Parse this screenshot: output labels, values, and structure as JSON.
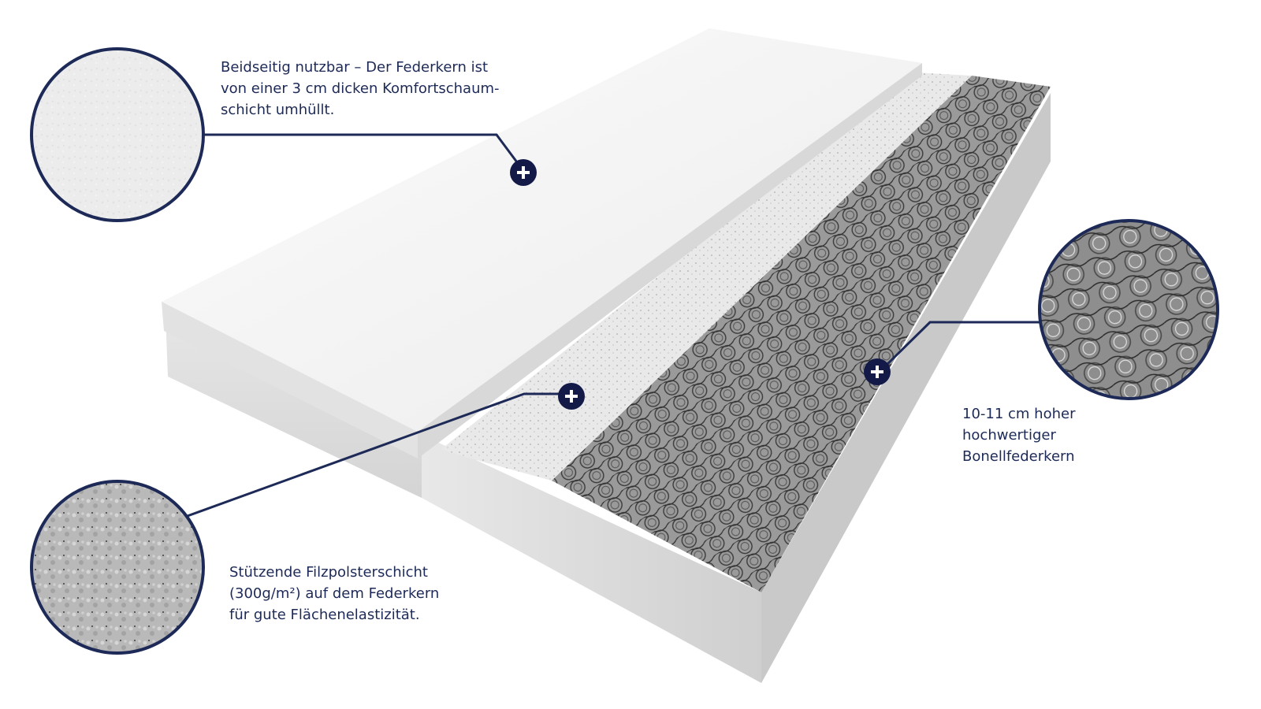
{
  "colors": {
    "accent": "#1d2a57",
    "marker": "#131a48",
    "caption_text": "#1d2a57"
  },
  "callouts": [
    {
      "id": "foam-layer",
      "lines": [
        "Beidseitig nutzbar – Der Federkern ist",
        "von einer 3 cm dicken Komfortschaum-",
        "schicht umhüllt."
      ],
      "icon": "plus-circle-icon",
      "zoom_texture": "foam"
    },
    {
      "id": "felt-layer",
      "lines": [
        "Stützende Filzpolsterschicht",
        "(300g/m²) auf dem Federkern",
        "für gute Flächenelastizität."
      ],
      "icon": "plus-circle-icon",
      "zoom_texture": "felt"
    },
    {
      "id": "spring-core",
      "lines": [
        "10-11 cm hoher",
        "hochwertiger",
        "Bonellfederkern"
      ],
      "icon": "plus-circle-icon",
      "zoom_texture": "springs"
    }
  ]
}
